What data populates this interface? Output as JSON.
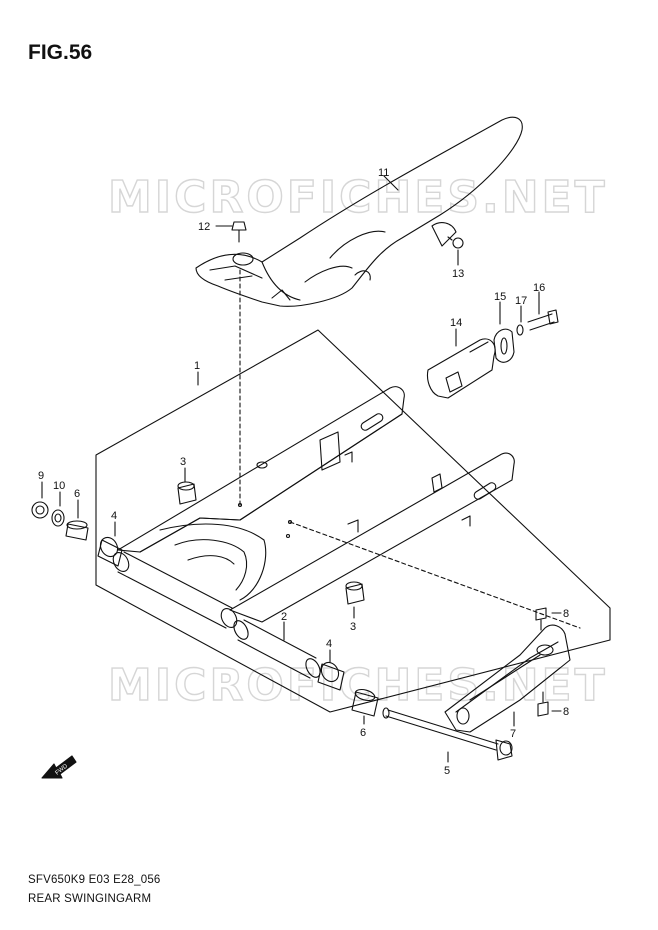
{
  "figure": {
    "title": "FIG.56"
  },
  "watermark": {
    "text": "MICROFICHES.NET"
  },
  "fwd_label": "FWD",
  "callouts": [
    "1",
    "2",
    "3",
    "3",
    "4",
    "4",
    "5",
    "6",
    "6",
    "7",
    "8",
    "8",
    "9",
    "10",
    "11",
    "12",
    "13",
    "14",
    "15",
    "16",
    "17"
  ],
  "footer": {
    "code": "SFV650K9 E03 E28_056",
    "name": "REAR SWINGINGARM"
  },
  "colors": {
    "line": "#111111",
    "watermark": "#d6d6d6",
    "background": "#ffffff"
  }
}
